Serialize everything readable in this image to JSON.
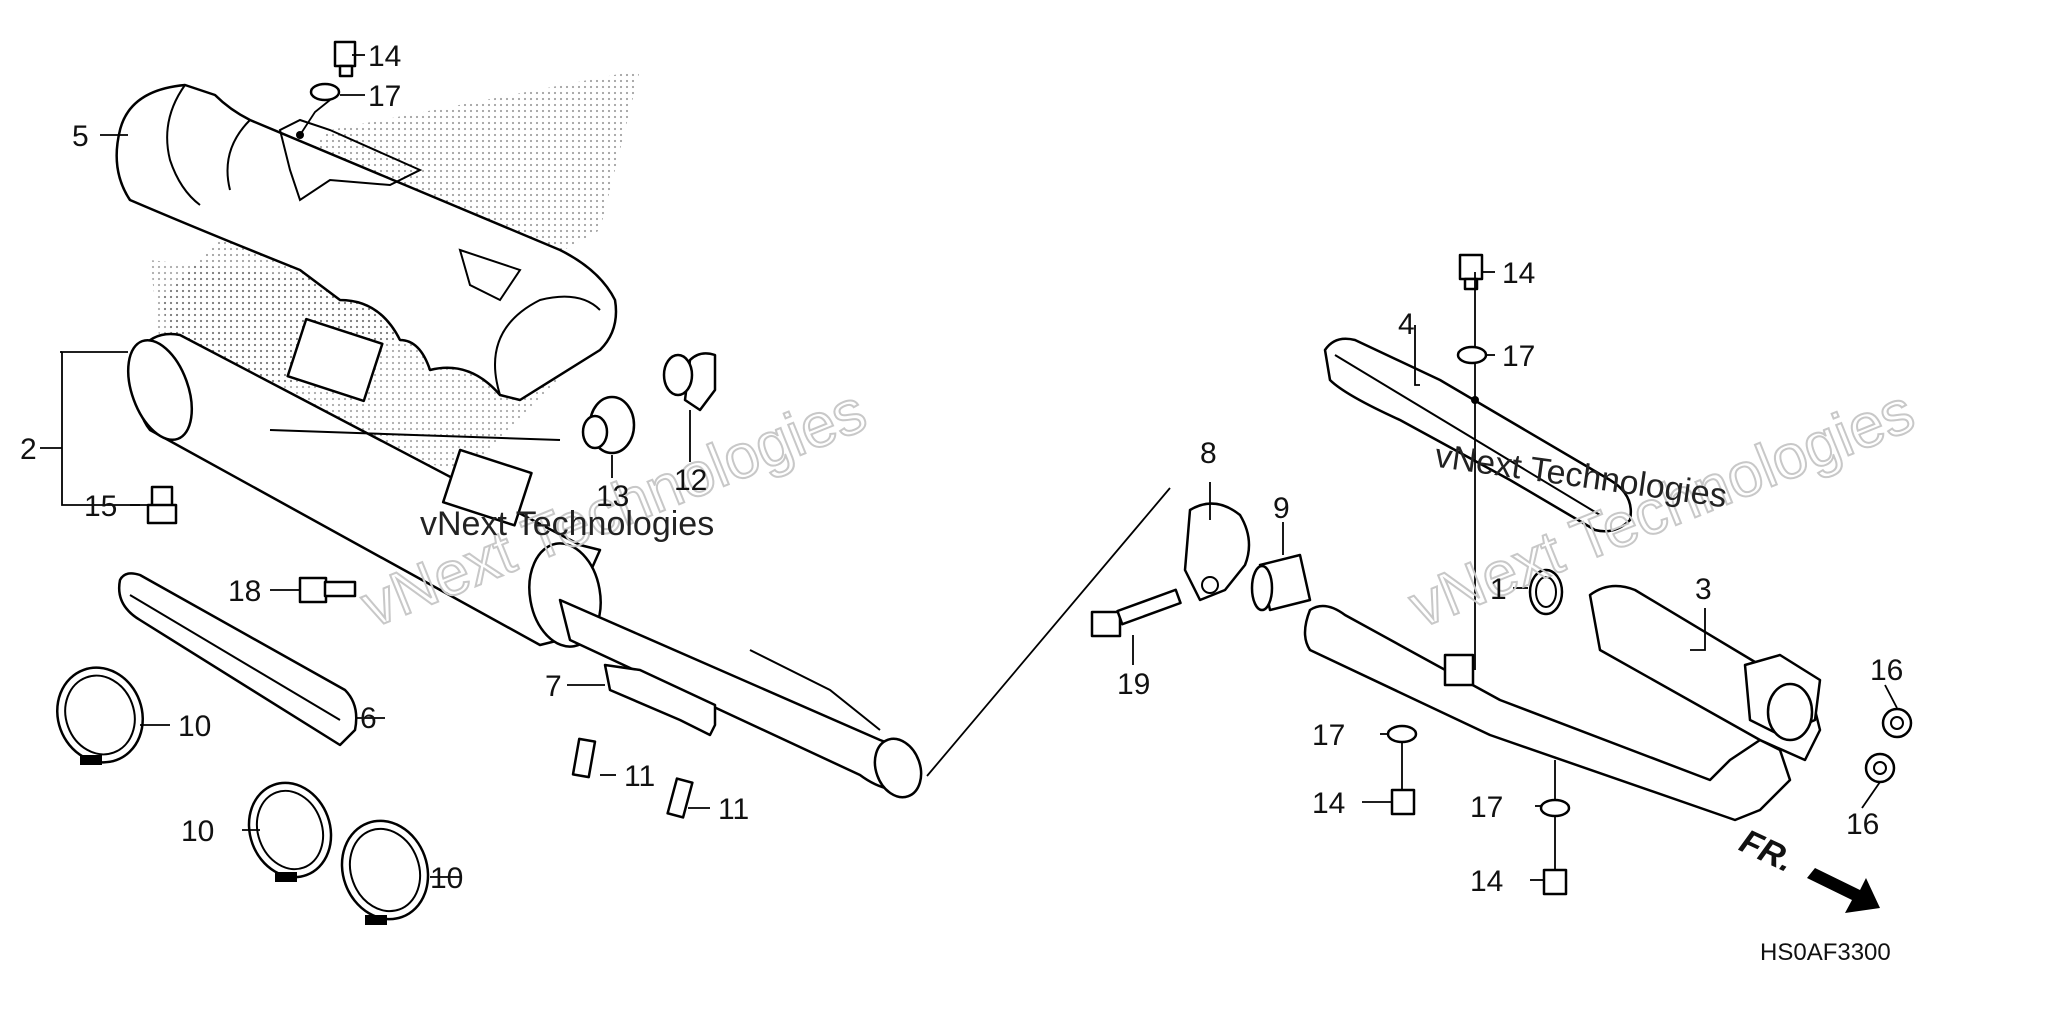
{
  "diagram": {
    "code": "HS0AF3300",
    "direction": "FR.",
    "watermarks": [
      {
        "line1": "vNext Technologies",
        "line2": "vNext Technologies"
      },
      {
        "line1": "vNext Technologies",
        "line2": "vNext Technologies"
      }
    ],
    "callouts": {
      "c1": "1",
      "c2": "2",
      "c3": "3",
      "c4": "4",
      "c5": "5",
      "c6": "6",
      "c7": "7",
      "c8": "8",
      "c9": "9",
      "c10a": "10",
      "c10b": "10",
      "c10c": "10",
      "c11a": "11",
      "c11b": "11",
      "c12": "12",
      "c13": "13",
      "c14a": "14",
      "c14b": "14",
      "c14c": "14",
      "c14d": "14",
      "c15": "15",
      "c16a": "16",
      "c16b": "16",
      "c17a": "17",
      "c17b": "17",
      "c17c": "17",
      "c17d": "17",
      "c18": "18",
      "c19": "19"
    }
  }
}
